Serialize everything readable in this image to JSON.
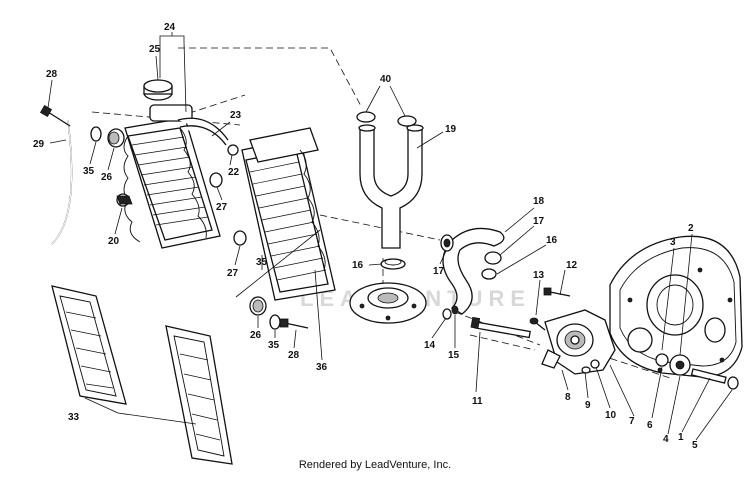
{
  "diagram": {
    "watermark": "LEADVENTURE",
    "callouts": {
      "c1": "1",
      "c2": "2",
      "c3": "3",
      "c4": "4",
      "c5": "5",
      "c6": "6",
      "c7": "7",
      "c8": "8",
      "c9": "9",
      "c10": "10",
      "c11": "11",
      "c12": "12",
      "c13": "13",
      "c14": "14",
      "c15": "15",
      "c16a": "16",
      "c16b": "16",
      "c17a": "17",
      "c17b": "17",
      "c18": "18",
      "c19": "19",
      "c20": "20",
      "c22": "22",
      "c23": "23",
      "c24": "24",
      "c25": "25",
      "c26a": "26",
      "c26b": "26",
      "c27a": "27",
      "c27b": "27",
      "c28a": "28",
      "c28b": "28",
      "c29": "29",
      "c33": "33",
      "c35a": "35",
      "c35b": "35",
      "c36": "36",
      "c40": "40"
    }
  },
  "footer": {
    "text": "Rendered by LeadVenture, Inc."
  }
}
